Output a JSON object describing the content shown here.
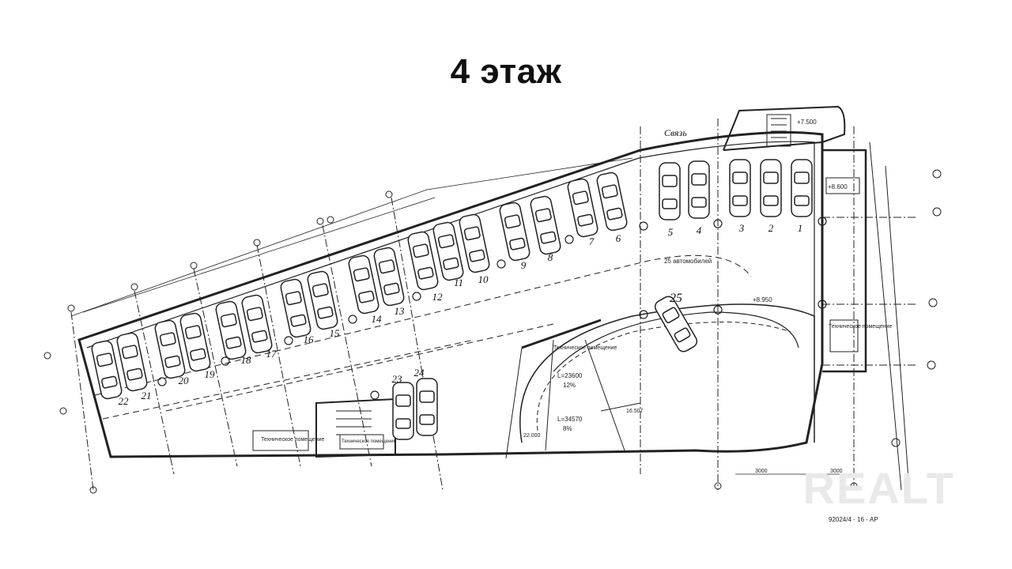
{
  "title": "4 этаж",
  "spaces": [
    "1",
    "2",
    "3",
    "4",
    "5",
    "6",
    "7",
    "8",
    "9",
    "10",
    "11",
    "12",
    "13",
    "14",
    "15",
    "16",
    "17",
    "18",
    "19",
    "20",
    "21",
    "22",
    "23",
    "24",
    "25"
  ],
  "labels": {
    "capacity": "25 автомобилей",
    "tech_room": "Техническое помещение",
    "link": "Связь",
    "level1": "+7.500",
    "level2": "+8.600",
    "level3": "+8.950",
    "ramp1": "L=23600",
    "ramp1_slope": "12%",
    "ramp2": "L=34570",
    "ramp2_slope": "8%",
    "elev1": "22.000",
    "elev2": "16.507",
    "dim1": "3000",
    "dim2": "3000",
    "stamp": "92024/4 - 16 - АР"
  },
  "watermark": "REALT"
}
